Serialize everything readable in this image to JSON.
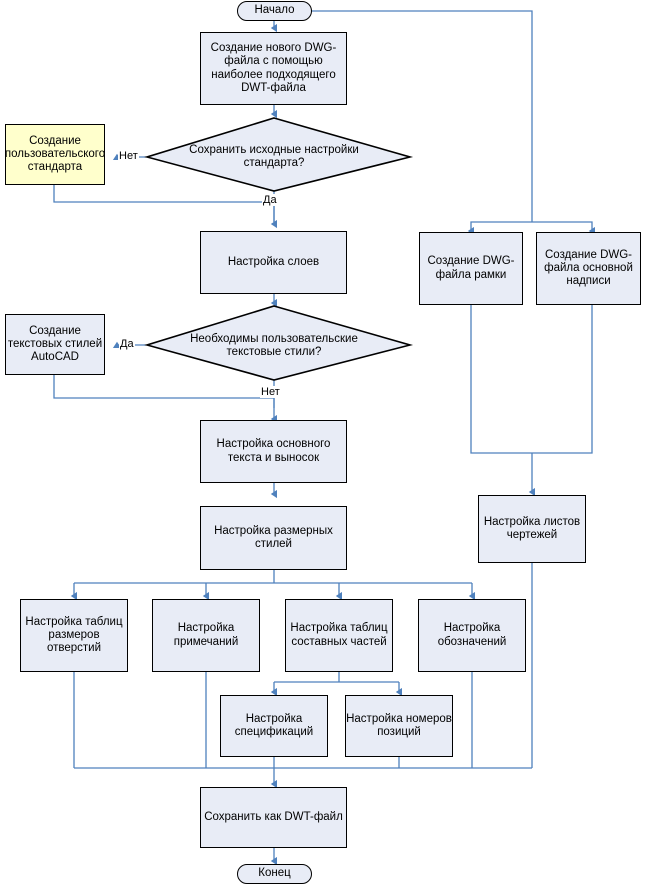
{
  "diagram": {
    "title": "AutoCAD DWT standard setup flowchart",
    "colors": {
      "process_fill": "#e8ecf6",
      "highlight_fill": "#ffffcc",
      "node_border": "#000000",
      "connector": "#4f81bd"
    },
    "nodes": {
      "start": {
        "label": "Начало",
        "type": "terminator"
      },
      "create_dwg": {
        "label": "Создание нового DWG-файла с помощью наиболее подходящего DWT-файла",
        "type": "process"
      },
      "decision_standard": {
        "label": "Сохранить исходные настройки стандарта?",
        "type": "decision"
      },
      "custom_standard": {
        "label": "Создание пользовательского стандарта",
        "type": "process-highlight"
      },
      "layers": {
        "label": "Настройка слоев",
        "type": "process"
      },
      "decision_text_styles": {
        "label": "Необходимы пользовательские текстовые стили?",
        "type": "decision"
      },
      "autocad_text_styles": {
        "label": "Создание текстовых стилей AutoCAD",
        "type": "process"
      },
      "main_text": {
        "label": "Настройка основного текста и выносок",
        "type": "process"
      },
      "dim_styles": {
        "label": "Настройка размерных стилей",
        "type": "process"
      },
      "frame_dwg": {
        "label": "Создание DWG-файла рамки",
        "type": "process"
      },
      "titleblock_dwg": {
        "label": "Создание DWG-файла основной надписи",
        "type": "process"
      },
      "sheets": {
        "label": "Настройка листов чертежей",
        "type": "process"
      },
      "hole_tables": {
        "label": "Настройка таблиц размеров отверстий",
        "type": "process"
      },
      "notes": {
        "label": "Настройка примечаний",
        "type": "process"
      },
      "parts_tables": {
        "label": "Настройка таблиц составных частей",
        "type": "process"
      },
      "symbols": {
        "label": "Настройка обозначений",
        "type": "process"
      },
      "specifications": {
        "label": "Настройка спецификаций",
        "type": "process"
      },
      "balloons": {
        "label": "Настройка номеров позиций",
        "type": "process"
      },
      "save_dwt": {
        "label": "Сохранить как DWT-файл",
        "type": "process"
      },
      "end": {
        "label": "Конец",
        "type": "terminator"
      }
    },
    "edge_labels": {
      "standard_no": "Нет",
      "standard_yes": "Да",
      "text_styles_yes": "Да",
      "text_styles_no": "Нет"
    }
  }
}
